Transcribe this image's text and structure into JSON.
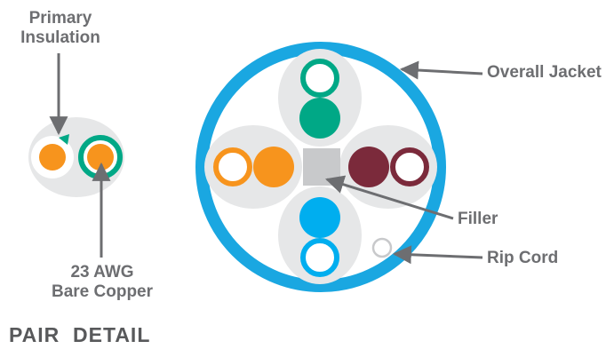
{
  "labels": {
    "primary_insulation_line1": "Primary",
    "primary_insulation_line2": "Insulation",
    "bare_copper_line1": "23 AWG",
    "bare_copper_line2": "Bare Copper",
    "pair_detail": "PAIR  DETAIL",
    "overall_jacket": "Overall Jacket",
    "filler": "Filler",
    "rip_cord": "Rip Cord"
  },
  "colors": {
    "jacket": "#1aa7e1",
    "pair_background": "#e6e7e8",
    "green": "#00a886",
    "orange": "#f7941d",
    "brown": "#7b2a3b",
    "blue": "#00aeef",
    "filler": "#c8c9cb",
    "leader_line": "#6d6e71",
    "label_text": "#6d6e71"
  },
  "icons": [
    "arrow-icon"
  ]
}
